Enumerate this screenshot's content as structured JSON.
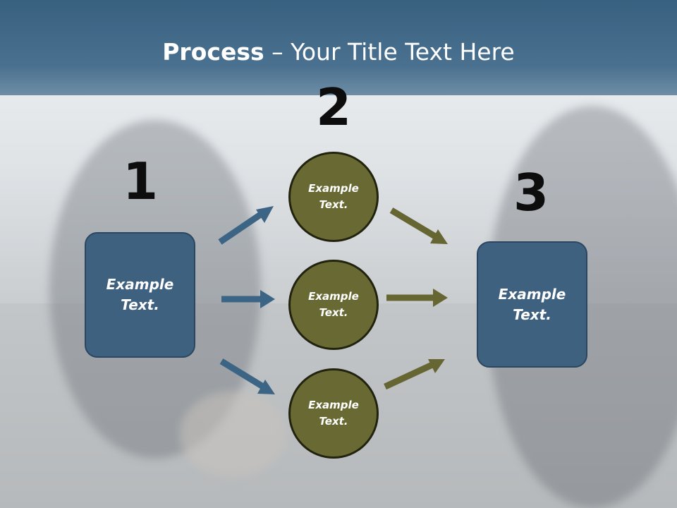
{
  "title": {
    "bold": "Process",
    "rest": " – Your Title Text Here"
  },
  "steps": [
    {
      "number": "1",
      "text": "Example Text."
    },
    {
      "number": "2",
      "items": [
        "Example Text.",
        "Example Text.",
        "Example Text."
      ]
    },
    {
      "number": "3",
      "text": "Example Text."
    }
  ],
  "colors": {
    "title_bar": "#3f6584",
    "box_fill": "#3f6180",
    "circle_fill": "#696a33",
    "arrow_blue": "#3b6485",
    "arrow_olive": "#666633"
  }
}
